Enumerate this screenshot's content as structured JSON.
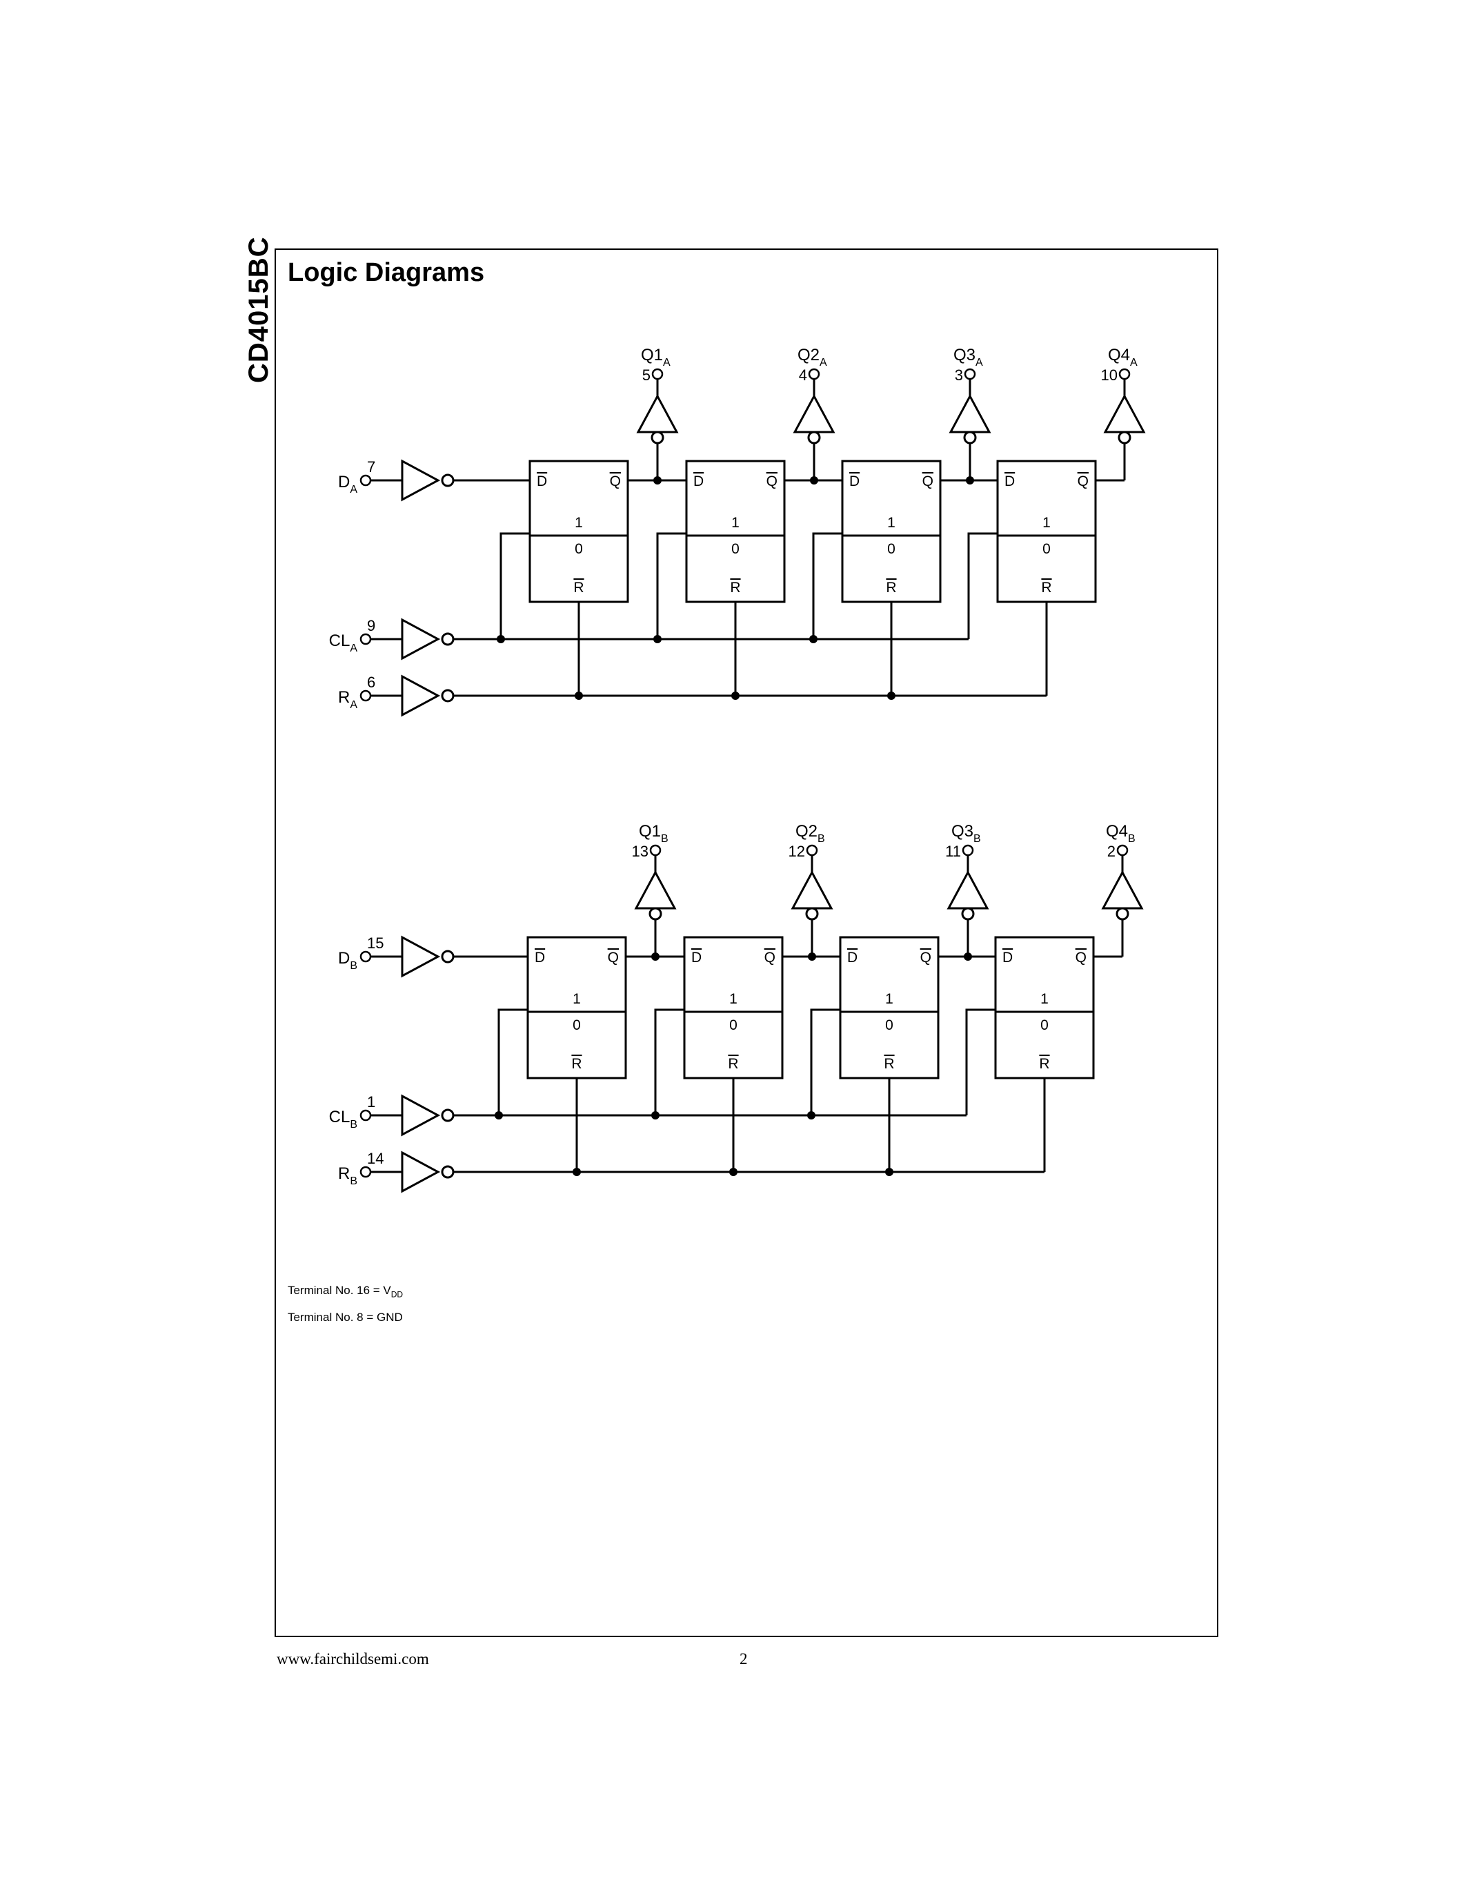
{
  "side_title": "CD4015BC",
  "section_title": "Logic Diagrams",
  "register_a": {
    "inputs": [
      {
        "name": "D",
        "subscript": "A",
        "pin": "7"
      },
      {
        "name": "CL",
        "subscript": "A",
        "pin": "9"
      },
      {
        "name": "R",
        "subscript": "A",
        "pin": "6"
      }
    ],
    "outputs": [
      {
        "name": "Q1",
        "subscript": "A",
        "pin": "5"
      },
      {
        "name": "Q2",
        "subscript": "A",
        "pin": "4"
      },
      {
        "name": "Q3",
        "subscript": "A",
        "pin": "3"
      },
      {
        "name": "Q4",
        "subscript": "A",
        "pin": "10"
      }
    ]
  },
  "register_b": {
    "inputs": [
      {
        "name": "D",
        "subscript": "B",
        "pin": "15"
      },
      {
        "name": "CL",
        "subscript": "B",
        "pin": "1"
      },
      {
        "name": "R",
        "subscript": "B",
        "pin": "14"
      }
    ],
    "outputs": [
      {
        "name": "Q1",
        "subscript": "B",
        "pin": "13"
      },
      {
        "name": "Q2",
        "subscript": "B",
        "pin": "12"
      },
      {
        "name": "Q3",
        "subscript": "B",
        "pin": "11"
      },
      {
        "name": "Q4",
        "subscript": "B",
        "pin": "2"
      }
    ]
  },
  "flipflop_labels": {
    "d": "D",
    "q": "Q",
    "one": "1",
    "zero": "0",
    "r": "R"
  },
  "notes": {
    "vdd": {
      "prefix": "Terminal No. 16 = V",
      "subscript": "DD"
    },
    "gnd": "Terminal No. 8 = GND"
  },
  "footer": {
    "url": "www.fairchildsemi.com",
    "page": "2"
  }
}
